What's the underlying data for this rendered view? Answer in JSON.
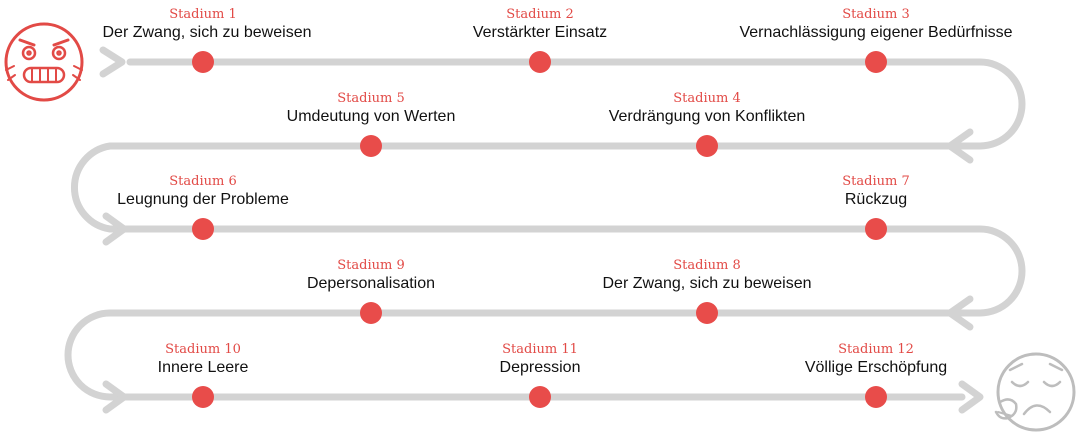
{
  "colors": {
    "accent": "#e84c4a",
    "track": "#d3d3d3",
    "face_angry": "#e24a46",
    "face_tired": "#bdbdbd",
    "text": "#111111"
  },
  "icons": {
    "start": "stressed-face-icon",
    "end": "exhausted-face-icon"
  },
  "stages": [
    {
      "label": "Stadium 1",
      "name": "Der Zwang, sich zu beweisen"
    },
    {
      "label": "Stadium 2",
      "name": "Verstärkter Einsatz"
    },
    {
      "label": "Stadium 3",
      "name": "Vernachlässigung eigener Bedürfnisse"
    },
    {
      "label": "Stadium 4",
      "name": "Verdrängung von Konflikten"
    },
    {
      "label": "Stadium 5",
      "name": "Umdeutung von Werten"
    },
    {
      "label": "Stadium 6",
      "name": "Leugnung der Probleme"
    },
    {
      "label": "Stadium 7",
      "name": "Rückzug"
    },
    {
      "label": "Stadium 8",
      "name": "Der Zwang, sich zu beweisen"
    },
    {
      "label": "Stadium 9",
      "name": "Depersonalisation"
    },
    {
      "label": "Stadium 10",
      "name": "Innere Leere"
    },
    {
      "label": "Stadium 11",
      "name": "Depression"
    },
    {
      "label": "Stadium 12",
      "name": "Völlige Erschöpfung"
    }
  ]
}
